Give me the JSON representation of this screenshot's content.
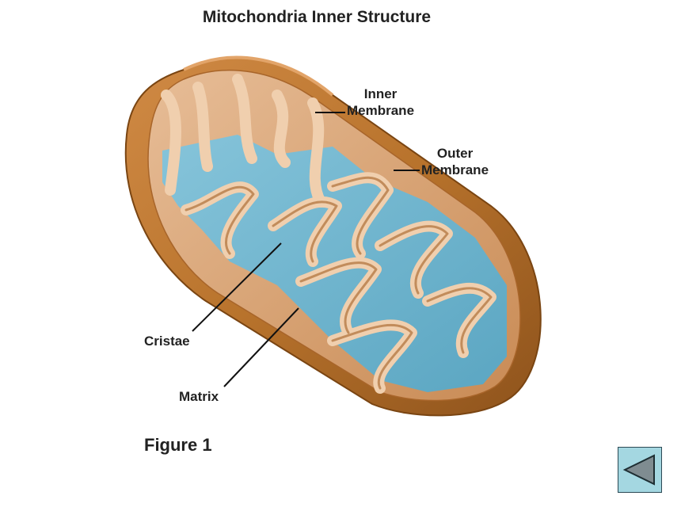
{
  "title": "Mitochondria Inner Structure",
  "labels": {
    "inner_membrane": [
      "Inner",
      "Membrane"
    ],
    "outer_membrane": [
      "Outer",
      "Membrane"
    ],
    "cristae": "Cristae",
    "matrix": "Matrix"
  },
  "figure_caption": "Figure 1",
  "nav": {
    "back_icon": "triangle-left-icon"
  },
  "colors": {
    "outer_membrane": "#b8732c",
    "inner_membrane": "#ecc6a2",
    "matrix": "#6fb6cf",
    "nav_button": "#a4d7e1"
  }
}
